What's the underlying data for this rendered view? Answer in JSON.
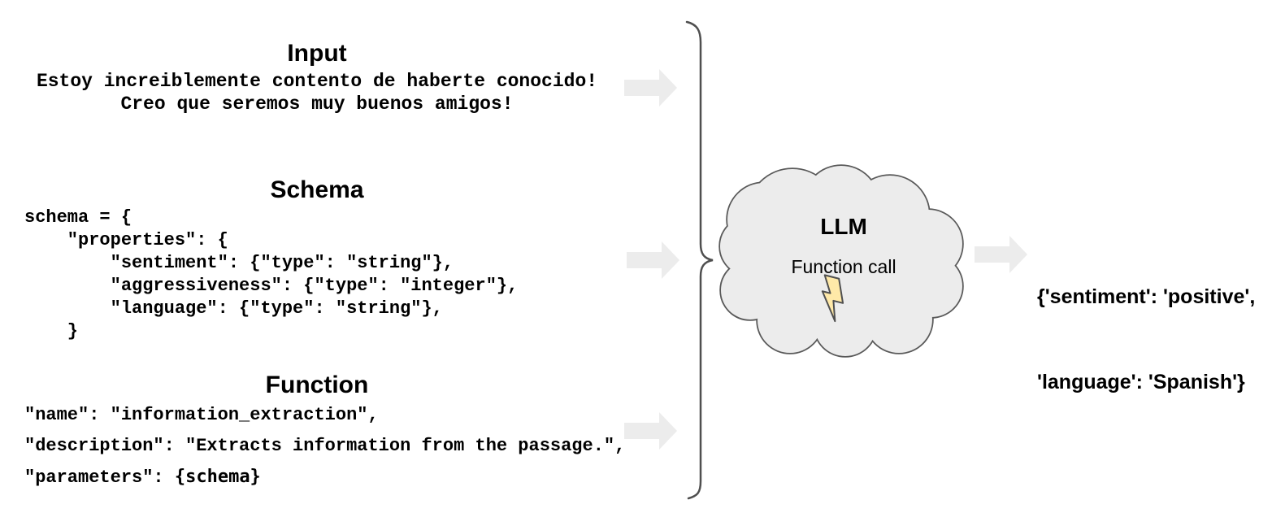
{
  "sections": {
    "input": {
      "title": "Input",
      "lines": [
        "Estoy increiblemente contento de haberte conocido!",
        "Creo que seremos muy buenos amigos!"
      ]
    },
    "schema": {
      "title": "Schema",
      "code": [
        "schema = {",
        "    \"properties\": {",
        "        \"sentiment\": {\"type\": \"string\"},",
        "        \"aggressiveness\": {\"type\": \"integer\"},",
        "        \"language\": {\"type\": \"string\"},",
        "    }"
      ]
    },
    "function": {
      "title": "Function",
      "lines": [
        "\"name\": \"information_extraction\",",
        "\"description\": \"Extracts information from the passage.\","
      ],
      "parameters_prefix": "\"parameters\": ",
      "parameters_schema": "{schema}"
    }
  },
  "llm": {
    "title": "LLM",
    "subtitle": "Function call",
    "icon": "lightning-bolt"
  },
  "output": {
    "lines": [
      "{'sentiment': 'positive',",
      "'language': 'Spanish'}"
    ]
  },
  "icons": {
    "flow_arrows": "right-arrow",
    "grouping": "curly-brace",
    "llm_container": "cloud"
  },
  "colors": {
    "arrow": "#ececec",
    "stroke": "#4f4f4f",
    "cloud_fill": "#ececec",
    "cloud_stroke": "#595959",
    "bolt_fill": "#ffe9a8",
    "text": "#000000"
  }
}
